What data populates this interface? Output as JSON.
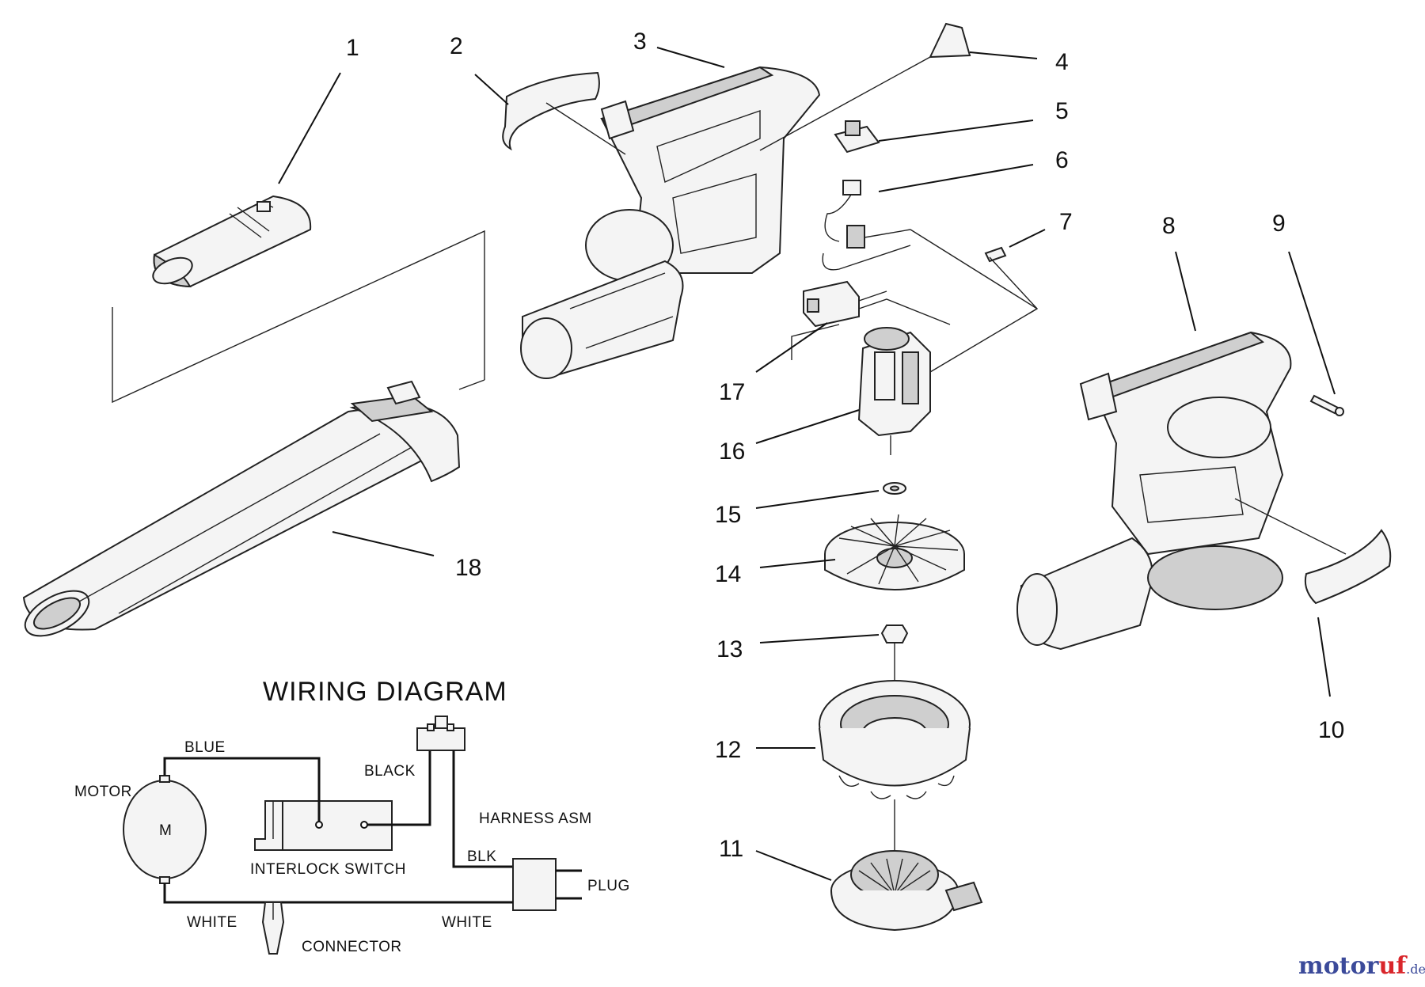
{
  "callouts": {
    "p1": "1",
    "p2": "2",
    "p3": "3",
    "p4": "4",
    "p5": "5",
    "p6": "6",
    "p7": "7",
    "p8": "8",
    "p9": "9",
    "p10": "10",
    "p11": "11",
    "p12": "12",
    "p13": "13",
    "p14": "14",
    "p15": "15",
    "p16": "16",
    "p17": "17",
    "p18": "18"
  },
  "wiring": {
    "title": "WIRING DIAGRAM",
    "motor": "MOTOR",
    "motor_symbol": "M",
    "blue": "BLUE",
    "black": "BLACK",
    "harness": "HARNESS ASM",
    "blk": "BLK",
    "plug": "PLUG",
    "interlock": "INTERLOCK SWITCH",
    "white_left": "WHITE",
    "white_right": "WHITE",
    "connector": "CONNECTOR"
  },
  "watermark": {
    "part_a": "motor",
    "part_b": "uf",
    "suffix": ".de"
  }
}
